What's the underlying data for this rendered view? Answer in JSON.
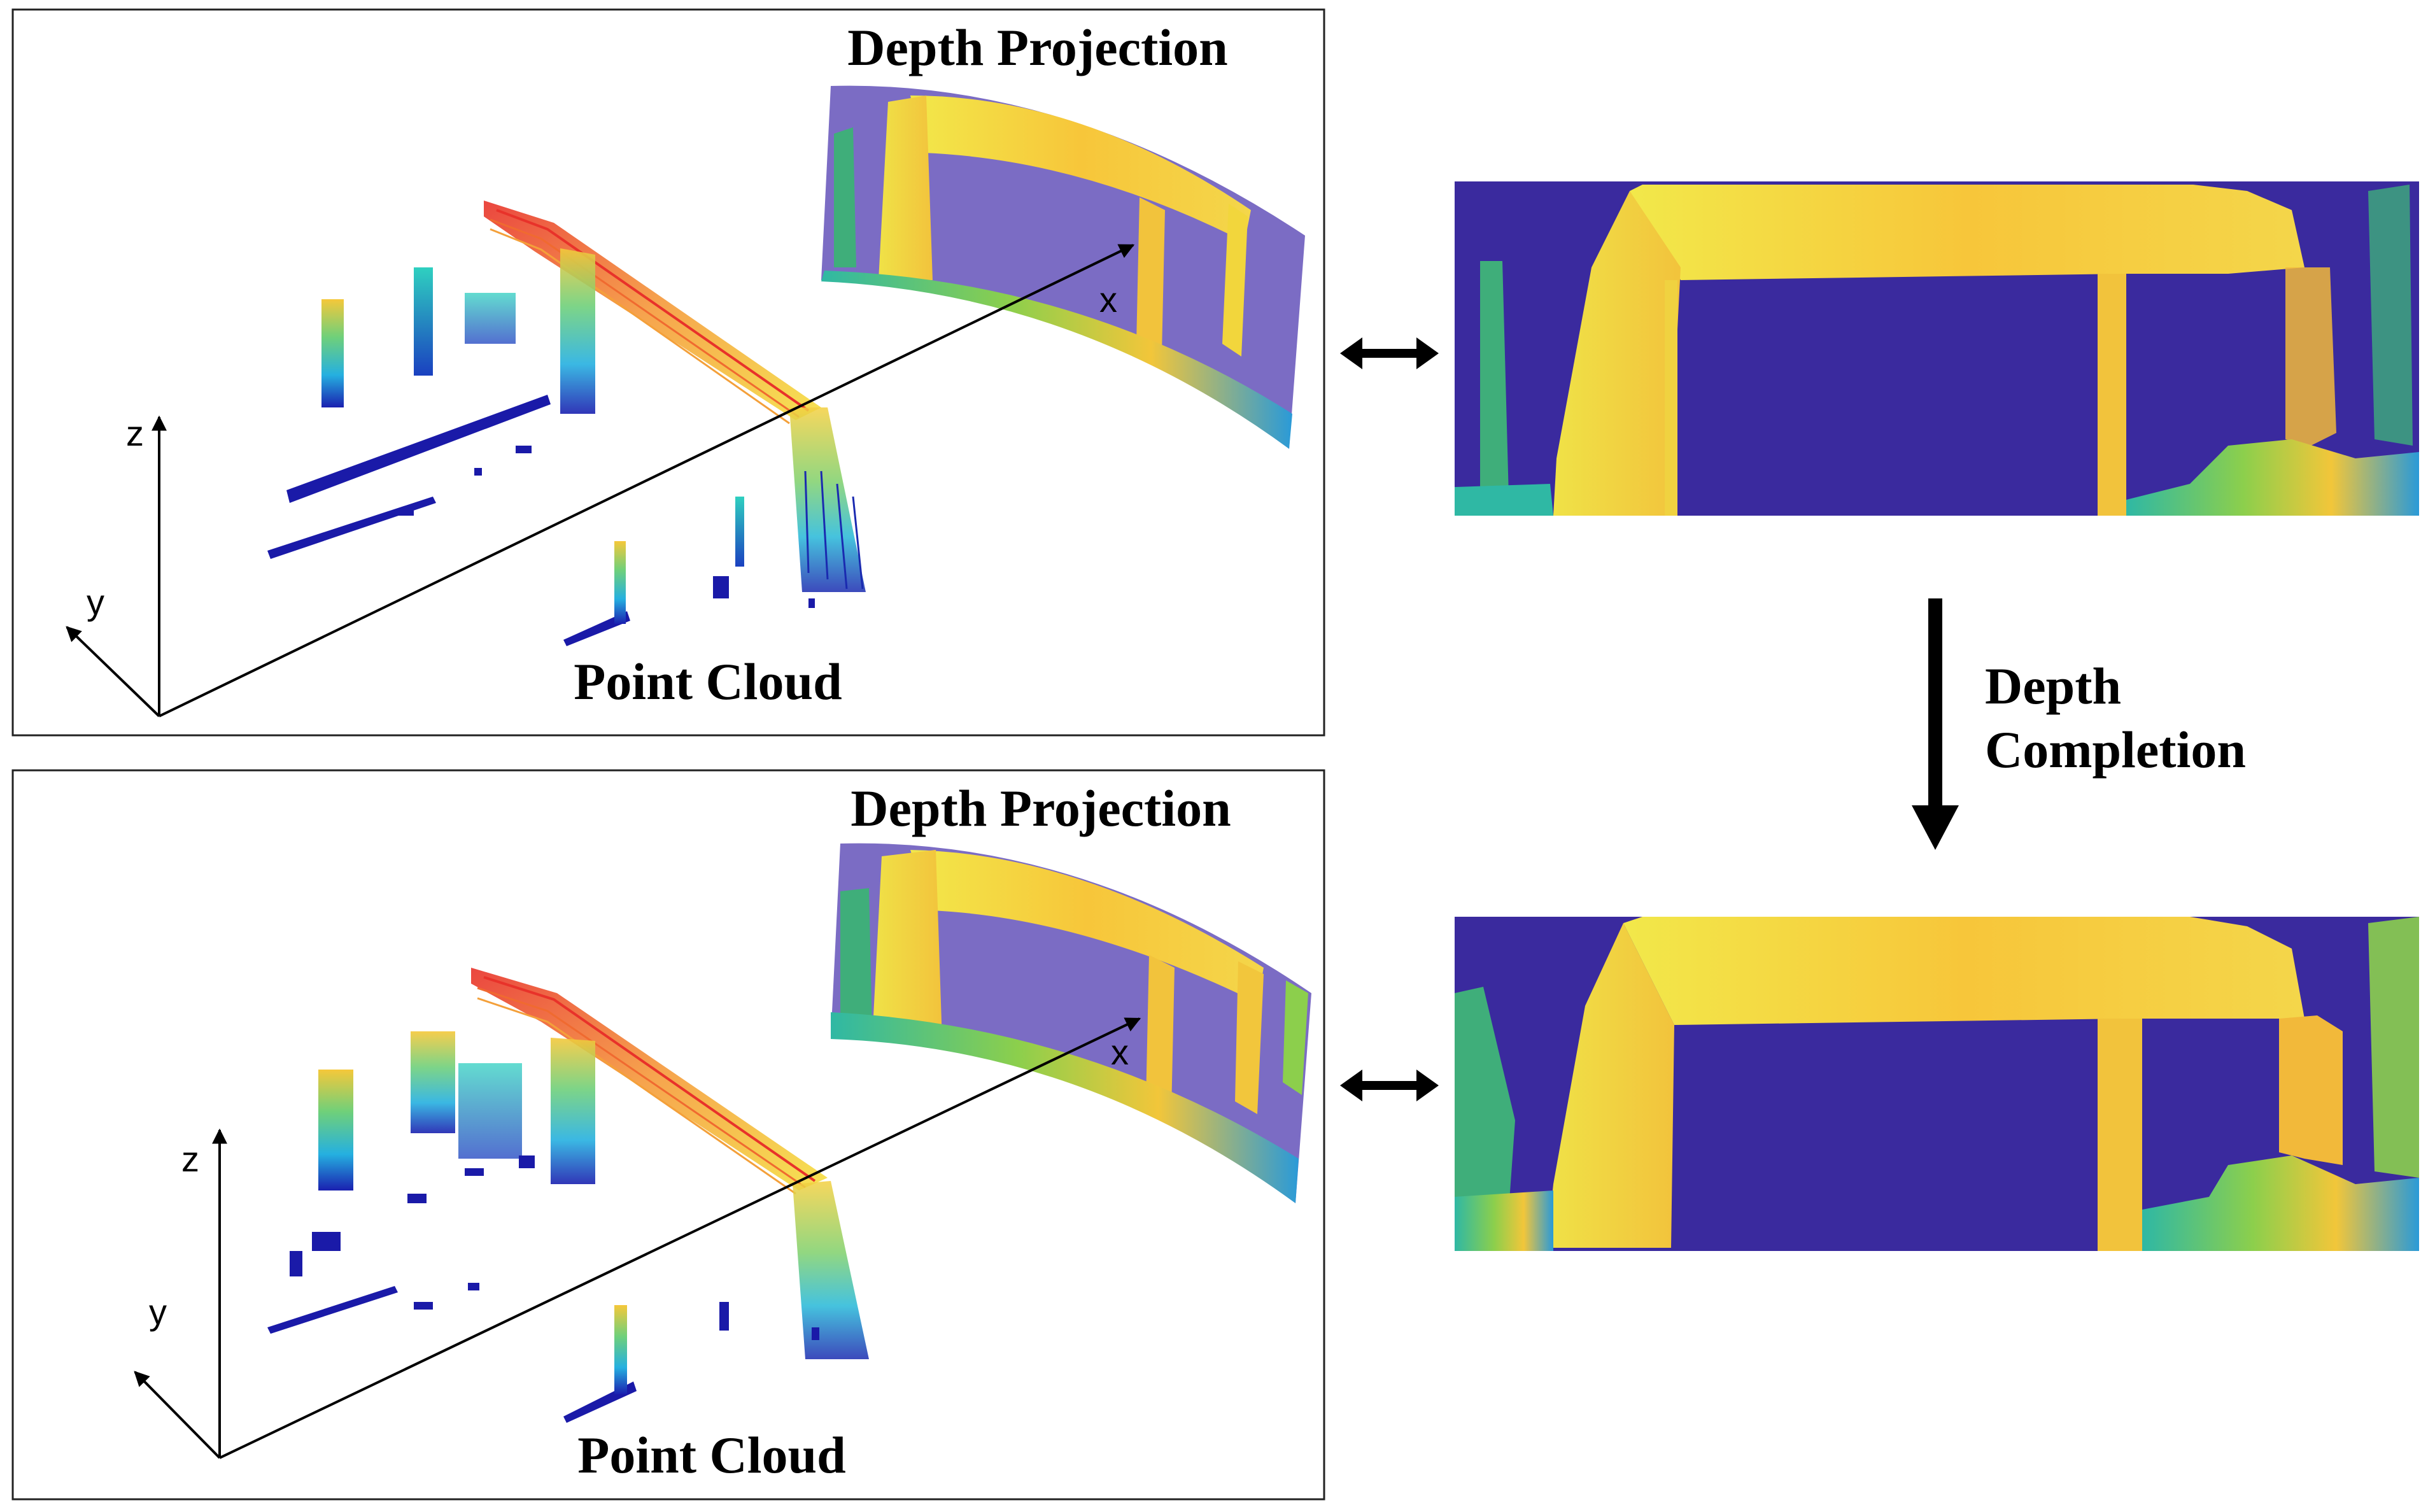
{
  "top_panel": {
    "title": "Depth Projection",
    "caption": "Point Cloud",
    "axis_x": "x",
    "axis_y": "y",
    "axis_z": "z"
  },
  "bottom_panel": {
    "title": "Depth Projection",
    "caption": "Point Cloud",
    "axis_x": "x",
    "axis_y": "y",
    "axis_z": "z"
  },
  "depth_completion": {
    "line1": "Depth",
    "line2": "Completion"
  },
  "colors": {
    "background_blue": "#3a2a9e",
    "projection_purple": "#7b6cc4",
    "yellow": "#f5e840",
    "orange": "#f4b93a",
    "green": "#3fae7a",
    "cyan": "#25b8c7",
    "red": "#e8402a",
    "dark_blue": "#1a1aa8"
  }
}
